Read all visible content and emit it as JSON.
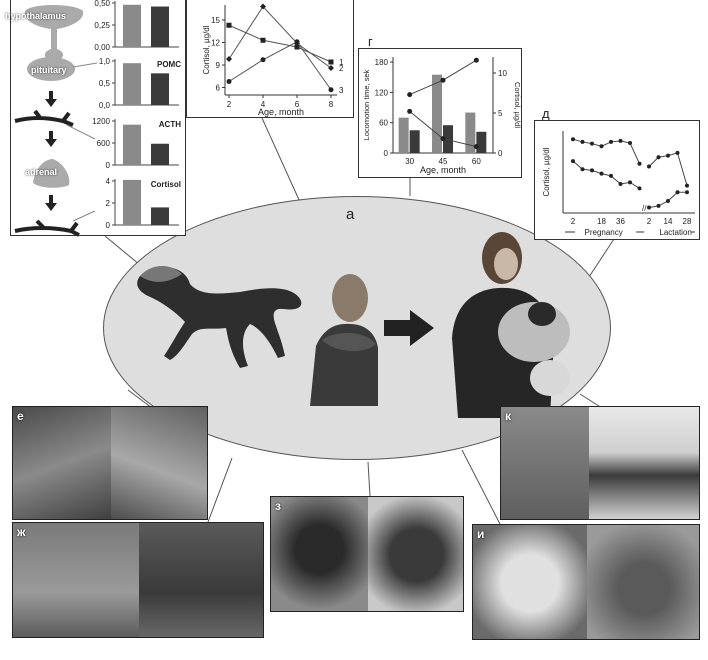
{
  "center_label": "а",
  "panel_b": {
    "labels": {
      "hypothalamus": "hypothalamus",
      "pituitary": "pituitary",
      "adrenal": "adrenal"
    },
    "charts": [
      {
        "title": "",
        "ticks": [
          "0,00",
          "0,25",
          "0,50"
        ],
        "values": [
          0.48,
          0.46
        ]
      },
      {
        "title": "POMC",
        "ticks": [
          "0,0",
          "0,5",
          "1,0"
        ],
        "values": [
          0.95,
          0.72
        ]
      },
      {
        "title": "ACTH",
        "ticks": [
          "0",
          "600",
          "1200"
        ],
        "values": [
          1100,
          580
        ]
      },
      {
        "title": "Cortisol",
        "ticks": [
          "0",
          "2",
          "4"
        ],
        "values": [
          4.1,
          1.6
        ]
      }
    ],
    "colors": {
      "bar1": "#8a8a8a",
      "bar2": "#3a3a3a"
    }
  },
  "chart_data": [
    {
      "type": "line",
      "xlabel": "Age, month",
      "ylabel": "Cortisol, µg/dl",
      "x": [
        2,
        4,
        6,
        8
      ],
      "xticks": [
        "2",
        "4",
        "6",
        "8"
      ],
      "yticks": [
        "6",
        "9",
        "12",
        "15"
      ],
      "ylim": [
        5,
        17
      ],
      "series": [
        {
          "name": "1",
          "values": [
            14.3,
            12.3,
            11.4,
            9.4
          ],
          "marker": "square"
        },
        {
          "name": "2",
          "values": [
            9.8,
            16.8,
            11.9,
            8.6
          ],
          "marker": "diamond"
        },
        {
          "name": "3",
          "values": [
            6.8,
            9.7,
            12.1,
            5.7
          ],
          "marker": "circle"
        }
      ]
    },
    {
      "type": "bar",
      "panel_label": "г",
      "xlabel": "Age, month",
      "ylabel": "Locomotion time, sek",
      "y2label": "Cortisol, µg/dl",
      "categories": [
        "30",
        "45",
        "60"
      ],
      "yticks": [
        "0",
        "60",
        "120",
        "180"
      ],
      "y2ticks": [
        "0",
        "5",
        "10"
      ],
      "ylim": [
        0,
        190
      ],
      "y2lim": [
        0,
        12
      ],
      "series": [
        {
          "values": [
            70,
            155,
            80
          ],
          "color": "#8a8a8a"
        },
        {
          "values": [
            45,
            55,
            42
          ],
          "color": "#3a3a3a"
        }
      ],
      "lines": [
        {
          "values": [
            7.3,
            9.1,
            11.6
          ]
        },
        {
          "values": [
            5.2,
            1.8,
            0.8
          ]
        }
      ]
    },
    {
      "type": "line",
      "panel_label": "д",
      "ylabel": "Cortisol, µg/dl",
      "xticks": [
        "2",
        "18",
        "36",
        "2",
        "14",
        "28"
      ],
      "phases": [
        "Pregnancy",
        "Lactation"
      ],
      "series": [
        {
          "values": [
            13.5,
            13.0,
            12.7,
            12.2,
            13.0,
            13.2,
            12.8,
            9.0,
            8.5,
            10.2,
            10.5,
            11.0,
            5.0
          ]
        },
        {
          "values": [
            9.5,
            8.0,
            7.8,
            7.2,
            6.8,
            5.3,
            5.6,
            4.5,
            1.0,
            1.3,
            2.2,
            3.8,
            3.8
          ]
        }
      ]
    }
  ],
  "photo_labels": {
    "e": "е",
    "zh": "ж",
    "z": "з",
    "i": "и",
    "k": "к"
  }
}
